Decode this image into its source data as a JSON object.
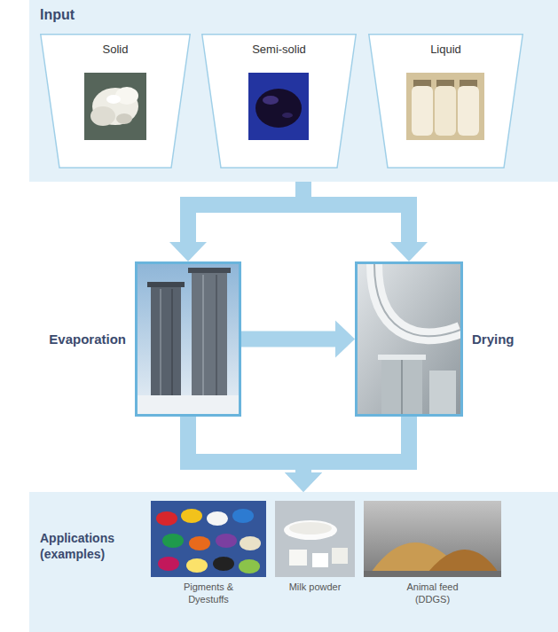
{
  "diagram": {
    "nodes": [
      {
        "text": [
          "Input"
        ]
      },
      {
        "text": [
          "Solid"
        ],
        "in": 0
      },
      {
        "text": [
          "Semi-solid"
        ],
        "in": 0
      },
      {
        "text": [
          "Liquid"
        ],
        "in": 0
      },
      {
        "text": [
          "Evaporation"
        ]
      },
      {
        "text": [
          "Drying"
        ]
      },
      {
        "text": [
          "Applications (examples)"
        ]
      },
      {
        "text": [
          "Pigments & Dyestuffs"
        ],
        "in": 6
      },
      {
        "text": [
          "Milk powder"
        ],
        "in": 6
      },
      {
        "text": [
          "Animal feed (DDGS)"
        ],
        "in": 6
      }
    ],
    "edges": [
      {
        "from": 0,
        "to": 4,
        "arrow": "to"
      },
      {
        "from": 0,
        "to": 5,
        "arrow": "to"
      },
      {
        "from": 4,
        "to": 5,
        "arrow": "to"
      },
      {
        "from": 4,
        "to": 6,
        "arrow": "to"
      },
      {
        "from": 5,
        "to": 6,
        "arrow": "to"
      }
    ]
  }
}
